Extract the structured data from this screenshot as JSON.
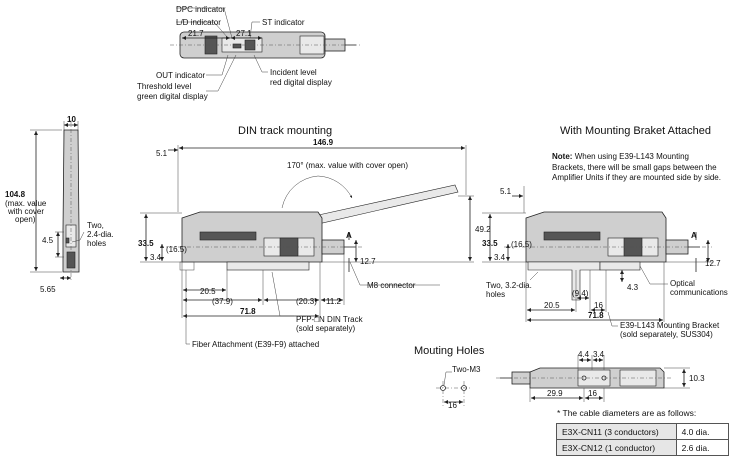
{
  "top_view": {
    "dpc_indicator": "DPC indicator",
    "ld_indicator": "L/D indicator",
    "st_indicator": "ST indicator",
    "dim_21_7": "21.7",
    "dim_27_1": "27.1",
    "out_indicator": "OUT indicator",
    "threshold_level": "Threshold level",
    "threshold_display": "green digital display",
    "incident_level": "Incident level",
    "incident_display": "red digital display"
  },
  "side_view": {
    "dim_10": "10",
    "dim_104_8": "104.8",
    "dim_104_8_note1": "(max. value",
    "dim_104_8_note2": "with cover",
    "dim_104_8_note3": "open)",
    "holes_1": "Two,",
    "holes_2": "2.4-dia.",
    "holes_3": "holes",
    "dim_4_5": "4.5",
    "dim_5_65": "5.65"
  },
  "din": {
    "title": "DIN track mounting",
    "dim_146_9": "146.9",
    "dim_5_1": "5.1",
    "angle": "170° (max. value with cover open)",
    "dim_49_2": "49.2",
    "dim_33_5": "33.5",
    "dim_16_5": "(16.5)",
    "dim_3_4": "3.4",
    "dim_12_7": "12.7",
    "section_a": "A",
    "dim_20_5": "20.5",
    "dim_37_9": "(37.9)",
    "dim_20_3": "(20.3)",
    "dim_11_2": "11.2",
    "dim_71_8": "71.8",
    "m8": "M8 connector",
    "pfp_1": "PFP-□N DIN Track",
    "pfp_2": "(sold separately)",
    "fiber": "Fiber Attachment (E39-F9) attached"
  },
  "bracket": {
    "title": "With Mounting Braket Attached",
    "note_label": "Note:",
    "note_text": "When using E39-L143 Mounting Brackets, there will be small gaps between the Amplifier Units if they are mounted side by side.",
    "dim_5_1": "5.1",
    "dim_33_5": "33.5",
    "dim_16_5": "(16.5)",
    "dim_3_4": "3.4",
    "dim_12_7": "12.7",
    "section_a": "A",
    "holes_1": "Two, 3.2-dia.",
    "holes_2": "holes",
    "dim_4_3": "4.3",
    "optical_1": "Optical",
    "optical_2": "communications",
    "dim_9_4": "(9.4)",
    "dim_20_5": "20.5",
    "dim_16": "16",
    "dim_71_8": "71.8",
    "bracket_1": "E39-L143 Mounting Bracket",
    "bracket_2": "(sold separately, SUS304)"
  },
  "holes": {
    "title": "Mouting Holes",
    "two_m3": "Two-M3",
    "dim_16": "16"
  },
  "bottom_view": {
    "dim_4_4a": "4.4",
    "dim_3_4": "3.4",
    "dim_10_3": "10.3",
    "dim_29_9": "29.9",
    "dim_16": "16"
  },
  "cable": {
    "title": "* The cable diameters are as follows:",
    "rows": [
      {
        "model": "E3X-CN11 (3 conductors)",
        "dia": "4.0 dia."
      },
      {
        "model": "E3X-CN12 (1 conductor)",
        "dia": "2.6 dia."
      }
    ]
  }
}
